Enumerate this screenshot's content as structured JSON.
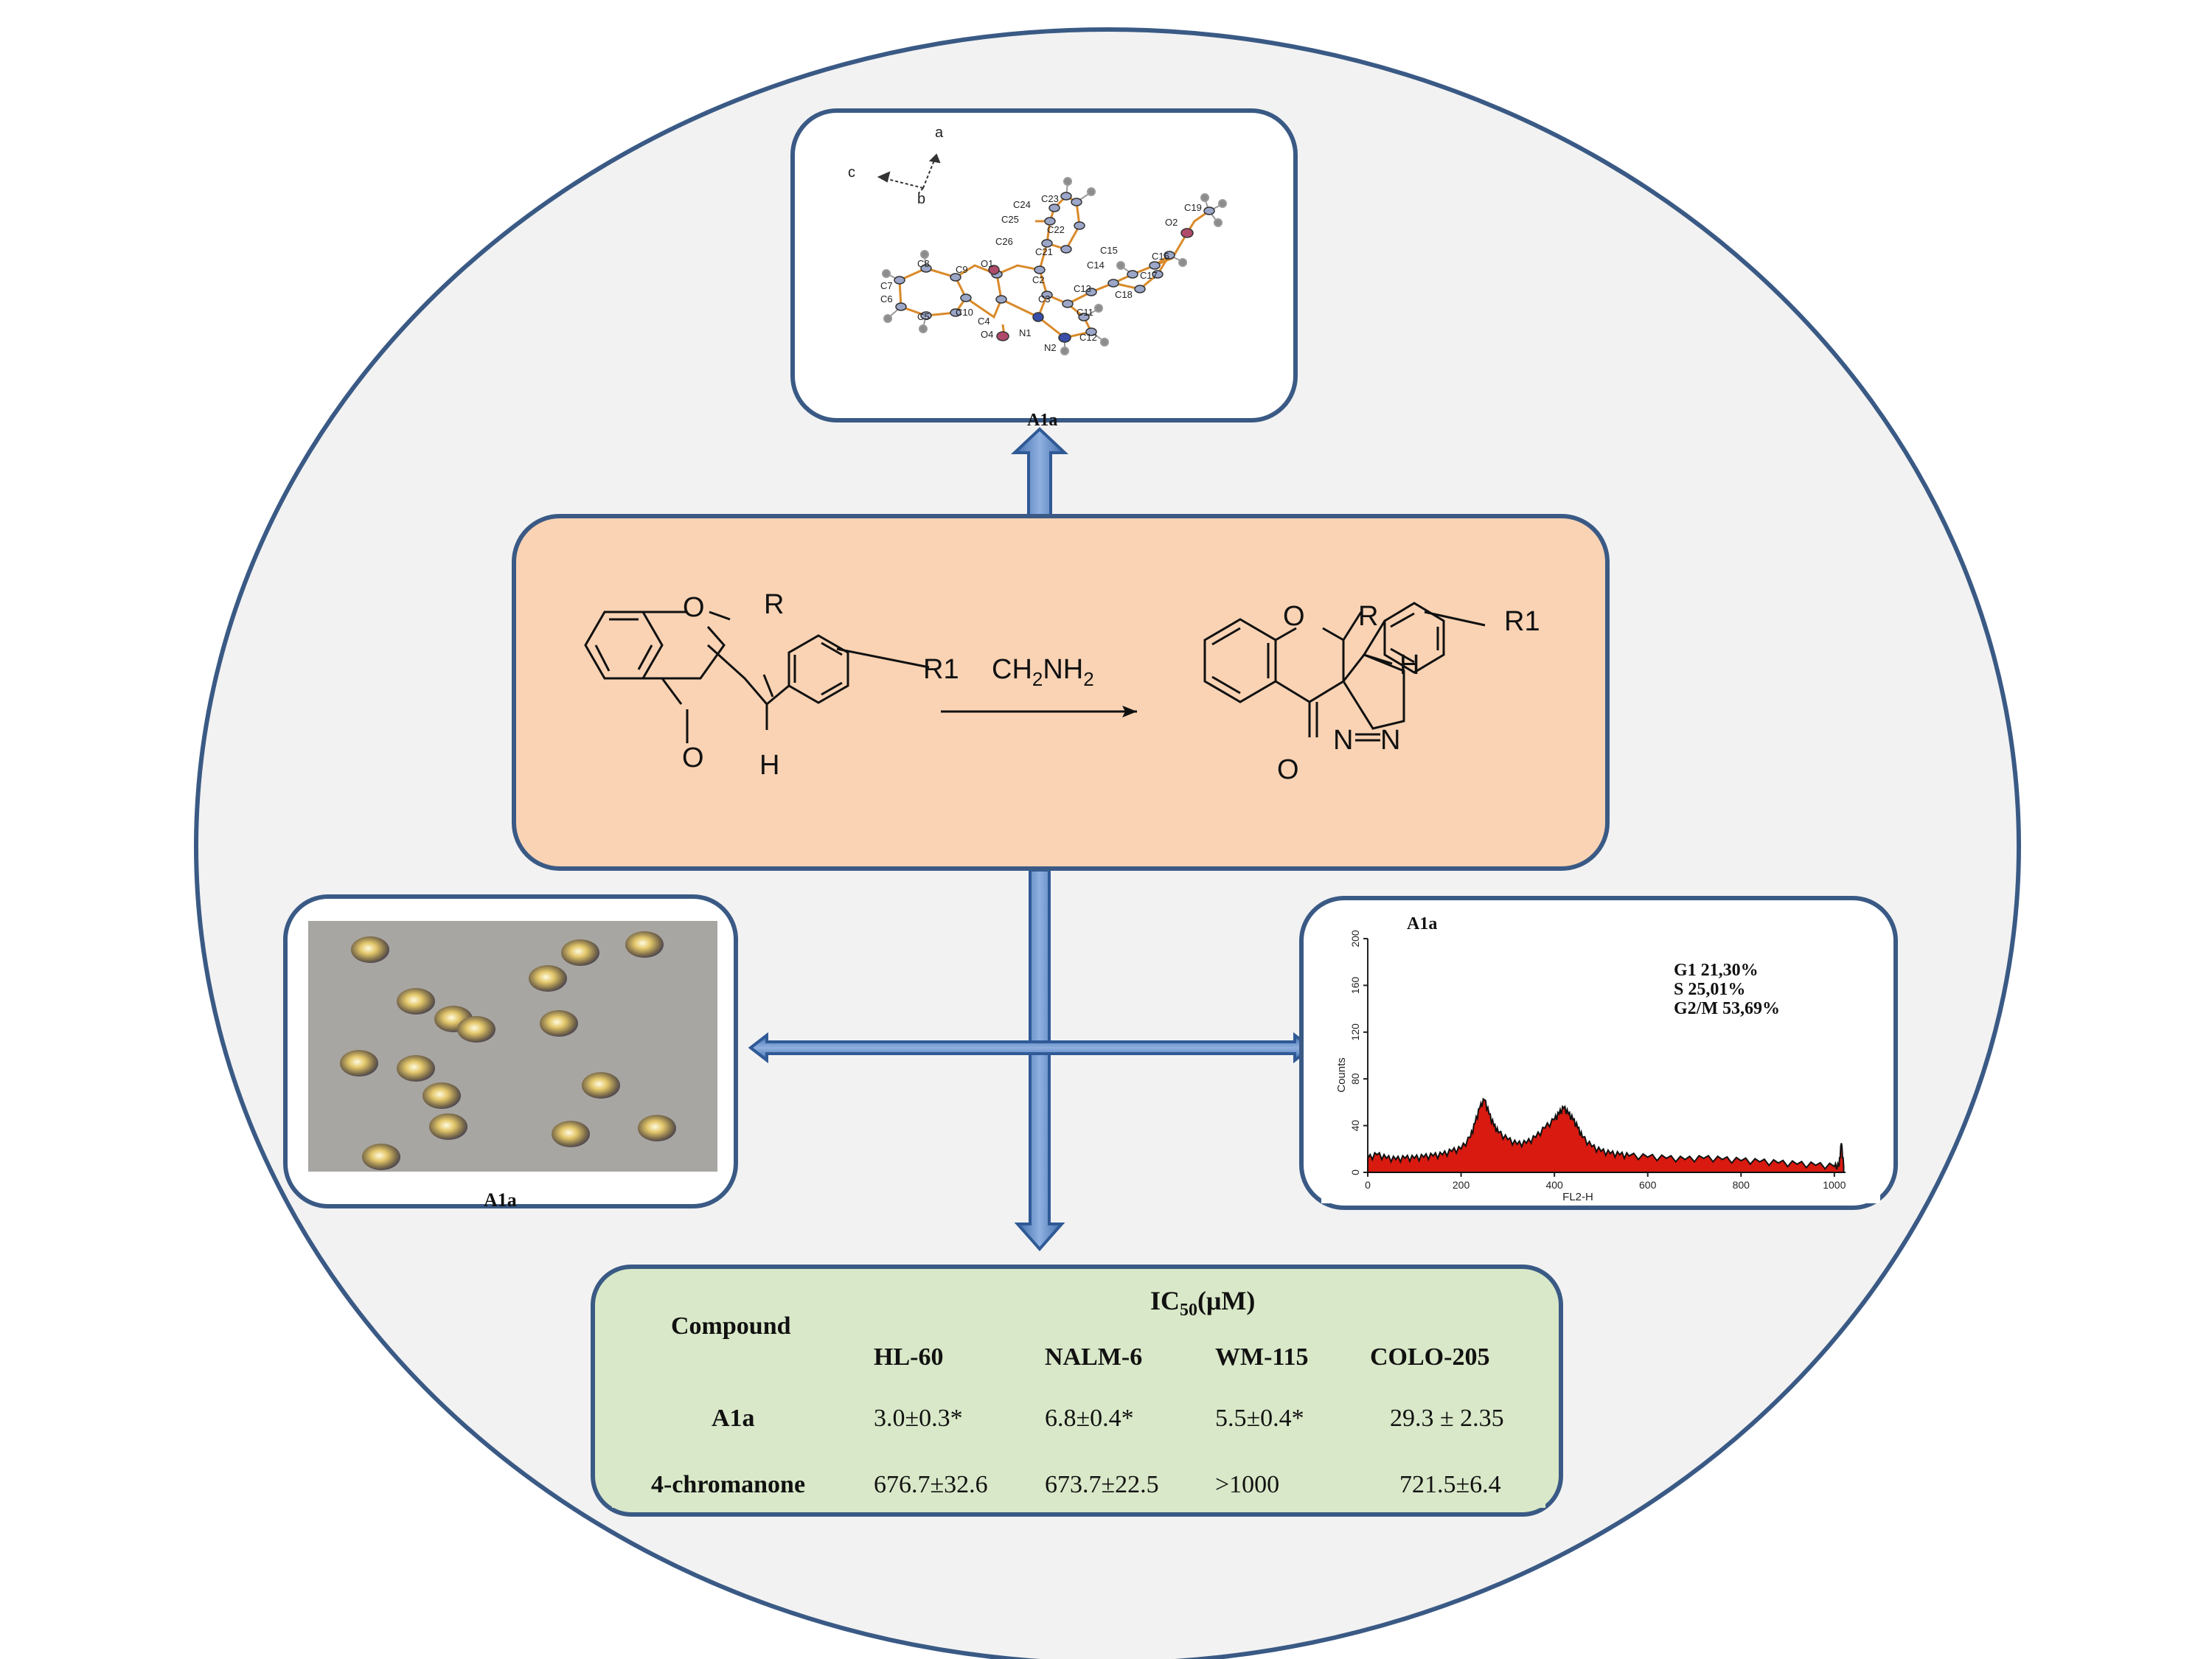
{
  "crystal_panel": {
    "axes": {
      "a": "a",
      "b": "b",
      "c": "c"
    },
    "atoms": [
      "C24",
      "C23",
      "C25",
      "C22",
      "O2",
      "C19",
      "C26",
      "C21",
      "C15",
      "C16",
      "C8",
      "C9",
      "O1",
      "C2",
      "C14",
      "C17",
      "C7",
      "C13",
      "C18",
      "C6",
      "C3",
      "C11",
      "C5",
      "C10",
      "C4",
      "N1",
      "C12",
      "O4",
      "N2"
    ],
    "label": "A1a"
  },
  "reaction_panel": {
    "reactant": {
      "ring_o": "O",
      "r_group": "R",
      "carbonyl_o": "O",
      "vinyl_h": "H",
      "substituent": "R1"
    },
    "reagent": {
      "main": "CH",
      "sub1": "2",
      "mid": "NH",
      "sub2": "2"
    },
    "product": {
      "ring_o": "O",
      "r_group": "R",
      "carbonyl_o": "O",
      "h": "H",
      "n1": "N",
      "n2": "N",
      "substituent": "R1"
    }
  },
  "microscopy_panel": {
    "label": "A1a"
  },
  "flow_panel": {
    "title": "A1a",
    "stats": [
      "G1 21,30%",
      "S 25,01%",
      "G2/M 53,69%"
    ],
    "ylabel": "Counts",
    "xlabel": "FL2-H",
    "colors": {
      "fill": "#d81a10",
      "outline": "#111111"
    }
  },
  "chart_data": {
    "type": "area",
    "title": "A1a",
    "xlabel": "FL2-H",
    "ylabel": "Counts",
    "xlim": [
      0,
      1024
    ],
    "ylim": [
      0,
      200
    ],
    "x_ticks": [
      "0",
      "200",
      "400",
      "600",
      "800",
      "1000"
    ],
    "y_ticks": [
      "0",
      "40",
      "80",
      "120",
      "160",
      "200"
    ],
    "x": [
      0,
      20,
      40,
      60,
      80,
      100,
      120,
      140,
      160,
      180,
      200,
      220,
      230,
      240,
      250,
      260,
      270,
      280,
      300,
      320,
      340,
      360,
      380,
      400,
      410,
      420,
      430,
      440,
      450,
      460,
      480,
      500,
      520,
      540,
      560,
      600,
      640,
      680,
      720,
      760,
      800,
      840,
      880,
      920,
      960,
      1000,
      1010,
      1015,
      1020
    ],
    "values": [
      12,
      15,
      12,
      11,
      12,
      12,
      13,
      14,
      15,
      18,
      20,
      30,
      42,
      55,
      62,
      50,
      40,
      34,
      28,
      24,
      25,
      30,
      38,
      45,
      50,
      55,
      50,
      45,
      38,
      30,
      22,
      18,
      16,
      15,
      14,
      13,
      12,
      11,
      12,
      11,
      10,
      9,
      8,
      7,
      6,
      5,
      5,
      25,
      5
    ]
  },
  "ic50_table": {
    "title_main": "IC",
    "title_sub": "50",
    "title_unit": "(μM)",
    "compound_header": "Compound",
    "columns": [
      "HL-60",
      "NALM-6",
      "WM-115",
      "COLO-205"
    ],
    "rows": [
      {
        "name": "A1a",
        "values": [
          "3.0±0.3*",
          "6.8±0.4*",
          "5.5±0.4*",
          "29.3 ± 2.35"
        ]
      },
      {
        "name": "4-chromanone",
        "values": [
          "676.7±32.6",
          "673.7±22.5",
          ">1000",
          "721.5±6.4"
        ]
      }
    ]
  },
  "colors": {
    "circle_fill": "#f2f2f2",
    "circle_stroke": "#3a5a85",
    "panel_stroke": "#3a5a85",
    "reaction_fill": "#f9d3b4",
    "table_fill": "#d9e8c8",
    "arrow_fill": "#4f7fc0"
  }
}
